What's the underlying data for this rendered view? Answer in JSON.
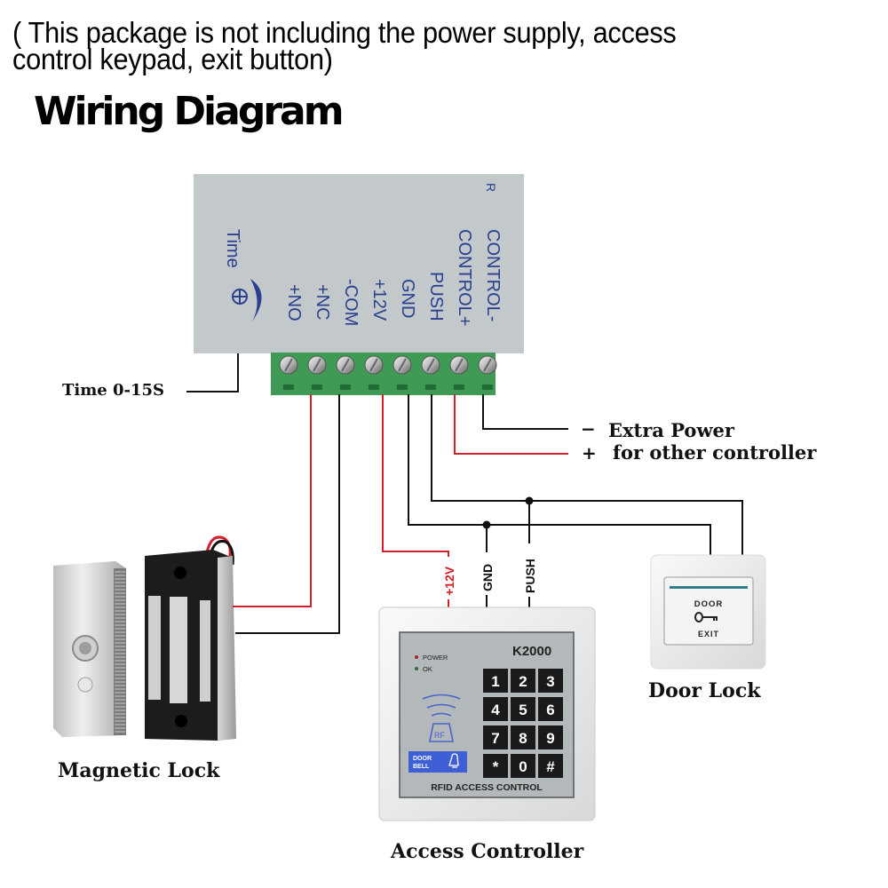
{
  "note": {
    "line1": "( This package is not including the power supply, access",
    "line2": "control keypad, exit button)"
  },
  "title": "Wiring Diagram",
  "controller_box": {
    "time_label": "Time",
    "terminals": [
      "+NO",
      "+NC",
      "-COM",
      "+12V",
      "GND",
      "PUSH",
      "CONTROL+",
      "CONTROL-"
    ],
    "colors": {
      "box": "#c3c9cb",
      "terminal_block": "#3f9a55",
      "label": "#2a3f8f"
    }
  },
  "callouts": {
    "time": "Time  0-15S",
    "extra_power_minus_sign": "−",
    "extra_power_line1": "Extra Power",
    "extra_power_plus_sign": "+",
    "extra_power_line2": "for other controller"
  },
  "wire_labels": {
    "v12": "+12V",
    "gnd": "GND",
    "push": "PUSH"
  },
  "wire_colors": {
    "red": "#d4202a",
    "black": "#111111"
  },
  "devices": {
    "magnetic_lock": {
      "label": "Magnetic Lock"
    },
    "access_controller": {
      "label": "Access Controller",
      "model": "K2000",
      "led_power": "POWER",
      "led_ok": "OK",
      "rf_label": "RF",
      "doorbell_line1": "DOOR",
      "doorbell_line2": "BELL",
      "keys": [
        "1",
        "2",
        "3",
        "4",
        "5",
        "6",
        "7",
        "8",
        "9",
        "*",
        "0",
        "#"
      ],
      "footer": "RFID ACCESS CONTROL"
    },
    "door_lock": {
      "label": "Door Lock",
      "button_top": "DOOR",
      "button_bottom": "EXIT"
    }
  }
}
